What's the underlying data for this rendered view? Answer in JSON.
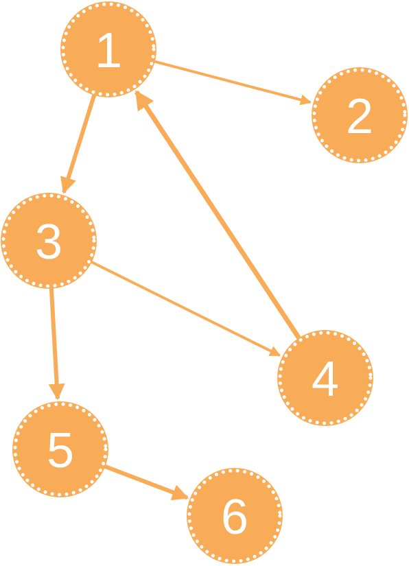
{
  "diagram": {
    "type": "directed-graph",
    "colors": {
      "node_fill": "#F9AC58",
      "node_border": "#FFFFFF",
      "edge": "#F9AC58",
      "label": "#FFFFFF",
      "background": "#FFFFFF"
    },
    "nodes": [
      {
        "id": "1",
        "label": "1"
      },
      {
        "id": "2",
        "label": "2"
      },
      {
        "id": "3",
        "label": "3"
      },
      {
        "id": "4",
        "label": "4"
      },
      {
        "id": "5",
        "label": "5"
      },
      {
        "id": "6",
        "label": "6"
      }
    ],
    "edges": [
      {
        "from": "1",
        "to": "2"
      },
      {
        "from": "1",
        "to": "3"
      },
      {
        "from": "4",
        "to": "1"
      },
      {
        "from": "3",
        "to": "4"
      },
      {
        "from": "3",
        "to": "5"
      },
      {
        "from": "5",
        "to": "6"
      }
    ]
  }
}
